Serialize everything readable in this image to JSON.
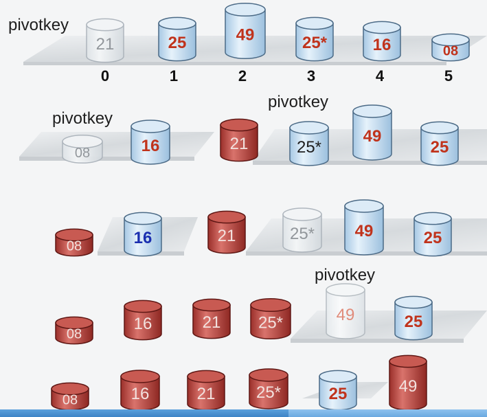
{
  "colors": {
    "background": "#f4f5f6",
    "normal_fill": "#bcd8ee",
    "normal_text": "#c0331c",
    "pivot_fill": "#e8ecef",
    "pivot_text": "#8a8f94",
    "fixed_fill": "#b8463f",
    "fixed_text": "#f3e2df",
    "highlight_text": "#1a2fb0",
    "plain_text": "#1e1e1e",
    "platform": "#dfe2e5"
  },
  "steps": [
    {
      "labels": [
        {
          "text": "pivotkey"
        }
      ],
      "index_labels": [
        "0",
        "1",
        "2",
        "3",
        "4",
        "5"
      ],
      "cylinders": [
        {
          "value": "21",
          "state": "pivot"
        },
        {
          "value": "25",
          "state": "normal"
        },
        {
          "value": "49",
          "state": "normal"
        },
        {
          "value": "25*",
          "state": "normal"
        },
        {
          "value": "16",
          "state": "normal"
        },
        {
          "value": "08",
          "state": "normal"
        }
      ]
    },
    {
      "labels": [
        {
          "text": "pivotkey"
        },
        {
          "text": "pivotkey"
        }
      ],
      "cylinders": [
        {
          "value": "08",
          "state": "pivot"
        },
        {
          "value": "16",
          "state": "normal"
        },
        {
          "value": "21",
          "state": "fixed"
        },
        {
          "value": "25*",
          "state": "plain"
        },
        {
          "value": "49",
          "state": "normal"
        },
        {
          "value": "25",
          "state": "normal"
        }
      ]
    },
    {
      "labels": [],
      "cylinders": [
        {
          "value": "08",
          "state": "fixed"
        },
        {
          "value": "16",
          "state": "highlight"
        },
        {
          "value": "21",
          "state": "fixed"
        },
        {
          "value": "25*",
          "state": "pivot"
        },
        {
          "value": "49",
          "state": "normal"
        },
        {
          "value": "25",
          "state": "normal"
        }
      ]
    },
    {
      "labels": [
        {
          "text": "pivotkey"
        }
      ],
      "cylinders": [
        {
          "value": "08",
          "state": "fixed"
        },
        {
          "value": "16",
          "state": "fixed"
        },
        {
          "value": "21",
          "state": "fixed"
        },
        {
          "value": "25*",
          "state": "fixed"
        },
        {
          "value": "49",
          "state": "pivot_red"
        },
        {
          "value": "25",
          "state": "normal"
        }
      ]
    },
    {
      "labels": [],
      "cylinders": [
        {
          "value": "08",
          "state": "fixed"
        },
        {
          "value": "16",
          "state": "fixed"
        },
        {
          "value": "21",
          "state": "fixed"
        },
        {
          "value": "25*",
          "state": "fixed"
        },
        {
          "value": "25",
          "state": "normal"
        },
        {
          "value": "49",
          "state": "fixed"
        }
      ]
    }
  ]
}
